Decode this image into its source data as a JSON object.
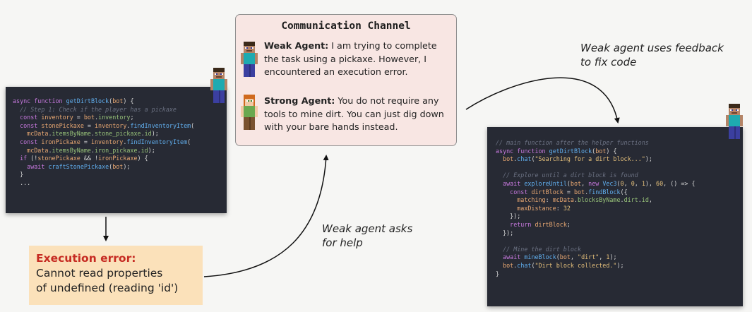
{
  "communication_channel": {
    "title": "Communication Channel",
    "weak_agent": {
      "speaker": "Weak Agent:",
      "text": " I am trying to complete the task using a pickaxe. However, I encountered an execution error."
    },
    "strong_agent": {
      "speaker": "Strong Agent:",
      "text": " You do not require any tools to mine dirt. You can just dig down with your bare hands instead."
    }
  },
  "error": {
    "title": "Execution error:",
    "line1": "Cannot read properties",
    "line2": "of undefined (reading 'id')"
  },
  "captions": {
    "asks_line1": "Weak agent asks",
    "asks_line2": "for help",
    "feedback_line1": "Weak agent uses feedback",
    "feedback_line2": "to fix code"
  },
  "code_left": [
    "async function getDirtBlock(bot) {",
    "  // Step 1: Check if the player has a pickaxe",
    "  const inventory = bot.inventory;",
    "  const stonePickaxe = inventory.findInventoryItem(",
    "    mcData.itemsByName.stone_pickaxe.id);",
    "  const ironPickaxe = inventory.findInventoryItem(",
    "    mcData.itemsByName.iron_pickaxe.id);",
    "  if (!stonePickaxe && !ironPickaxe) {",
    "    await craftStonePickaxe(bot);",
    "  }",
    "  ..."
  ],
  "code_right": [
    "// main function after the helper functions",
    "async function getDirtBlock(bot) {",
    "  bot.chat(\"Searching for a dirt block...\");",
    "",
    "  // Explore until a dirt block is found",
    "  await exploreUntil(bot, new Vec3(0, 0, 1), 60, () => {",
    "    const dirtBlock = bot.findBlock({",
    "      matching: mcData.blocksByName.dirt.id,",
    "      maxDistance: 32",
    "    });",
    "    return dirtBlock;",
    "  });",
    "",
    "  // Mine the dirt block",
    "  await mineBlock(bot, \"dirt\", 1);",
    "  bot.chat(\"Dirt block collected.\");",
    "}"
  ],
  "icons": {
    "weak_agent": "minecraft-steve-icon",
    "strong_agent": "minecraft-alex-icon"
  },
  "colors": {
    "code_bg": "#272a34",
    "channel_bg": "#f8e6e3",
    "error_bg": "#fbe1ba",
    "error_title": "#c62b22"
  }
}
